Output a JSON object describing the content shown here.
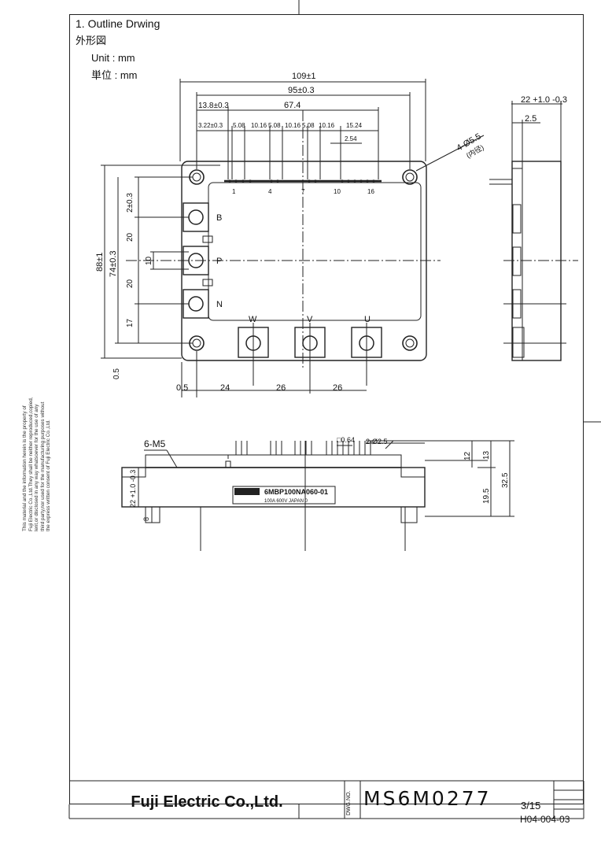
{
  "sheet": {
    "section_title": "1. Outline Drwing",
    "section_title_jp": "外形図",
    "unit_label": "Unit : mm",
    "unit_label_jp": "単位 : mm"
  },
  "side_note": [
    "This material and the information herein is the property of",
    "Fuji Electric Co.,Ltd.They shall be neither reproduced,copied,",
    "lent,or disclosed in any way whatsoever for the use of any",
    "third party,nor used for the manufacturing purposes without",
    "the express written consent of Fuji Electric Co.,Ltd."
  ],
  "top_view": {
    "dim_overall": "109±1",
    "dim_mount": "95±0.3",
    "dim_pin_span": "67.4",
    "dim_pin_offset": "13.8±0.3",
    "dim_first_pin": "3.22±0.3",
    "pin_pitches": [
      "5.08",
      "10.16",
      "5.08",
      "10.16",
      "5.08",
      "10.16",
      "15.24"
    ],
    "dim_pin_small": "2.54",
    "hole_callout": "4-Ø5.5",
    "hole_callout_jp": "(内径)",
    "pin_numbers": [
      "1",
      "4",
      "7",
      "10",
      "16"
    ],
    "terminal_labels": [
      "B",
      "P",
      "N",
      "W",
      "V",
      "U"
    ],
    "dim_height": "88±1",
    "dim_height_mount": "74±0.3",
    "dim_left_stack": [
      "2±0.3",
      "20",
      "10",
      "20",
      "17"
    ],
    "dim_bottom_offset": "0.5",
    "dim_bottom_row": [
      "0.5",
      "24",
      "26",
      "26"
    ]
  },
  "side_view_right": {
    "dim_thickness": "22 +1.0 -0.3",
    "dim_step": "2.5"
  },
  "front_view": {
    "screw_callout": "6-M5",
    "pin_section": "□0.64",
    "pin_hole": "2-Ø2.5",
    "label_line1": "6MBP100NA060-01",
    "label_line2": "100A 600V JAPAN 0",
    "dim_heights": [
      "12",
      "13",
      "19.5",
      "32.5"
    ],
    "dim_left": "22 +1.0 -0.3",
    "dim_left_small": "8"
  },
  "title_block": {
    "company": "Fuji Electric Co.,Ltd.",
    "dwg_label": "DWG.NO.",
    "dwg_number": "MS6M0277",
    "page": "3/15",
    "form_ref": "H04-004-03"
  }
}
